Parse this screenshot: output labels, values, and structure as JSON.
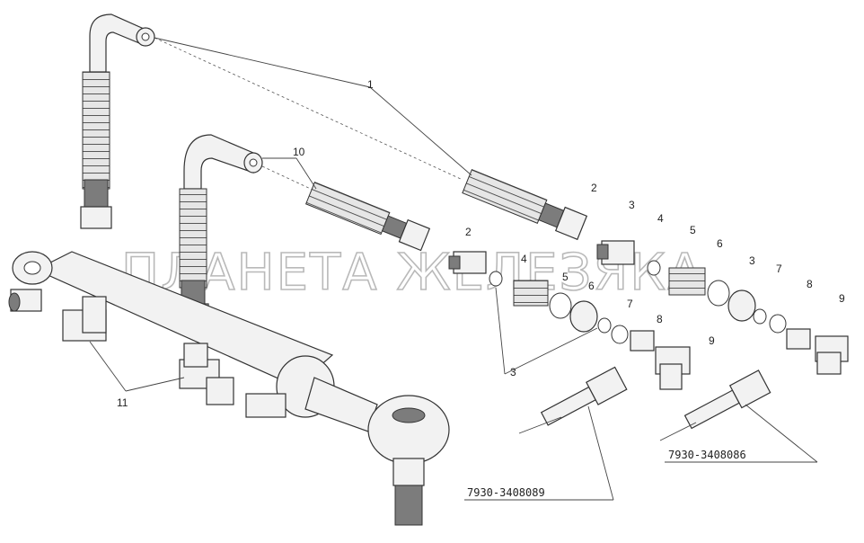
{
  "watermark": "ПЛАНЕТА ЖЕЛЕЗЯКА",
  "callouts": {
    "c1": "1",
    "c2a": "2",
    "c2b": "2",
    "c3a": "3",
    "c3b": "3",
    "c3c": "3",
    "c4a": "4",
    "c4b": "4",
    "c5a": "5",
    "c5b": "5",
    "c6a": "6",
    "c6b": "6",
    "c7a": "7",
    "c7b": "7",
    "c8a": "8",
    "c8b": "8",
    "c9a": "9",
    "c9b": "9",
    "c10": "10",
    "c11": "11"
  },
  "part_numbers": {
    "pn_a": "7930-3408089",
    "pn_b": "7930-3408086"
  }
}
